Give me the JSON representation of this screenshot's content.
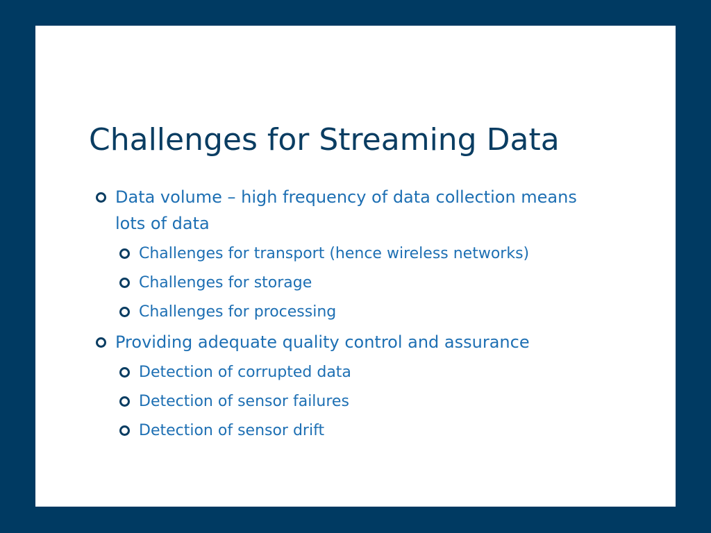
{
  "slide": {
    "title": "Challenges for Streaming Data",
    "bullets": [
      {
        "level": 1,
        "text": "Data volume – high frequency of data collection means lots of data"
      },
      {
        "level": 2,
        "text": "Challenges for transport (hence wireless networks)"
      },
      {
        "level": 2,
        "text": "Challenges for storage"
      },
      {
        "level": 2,
        "text": "Challenges for processing"
      },
      {
        "level": 1,
        "text": "Providing adequate quality control and assurance"
      },
      {
        "level": 2,
        "text": "Detection of corrupted data"
      },
      {
        "level": 2,
        "text": "Detection of sensor failures"
      },
      {
        "level": 2,
        "text": "Detection of sensor drift"
      }
    ]
  },
  "colors": {
    "frame": "#003a62",
    "background": "#ffffff",
    "title": "#0a3d62",
    "bullet_text": "#1d6fb3",
    "bullet_marker": "#0a3d62"
  },
  "icons": {
    "bullet": "hollow-circle-bullet-icon"
  }
}
